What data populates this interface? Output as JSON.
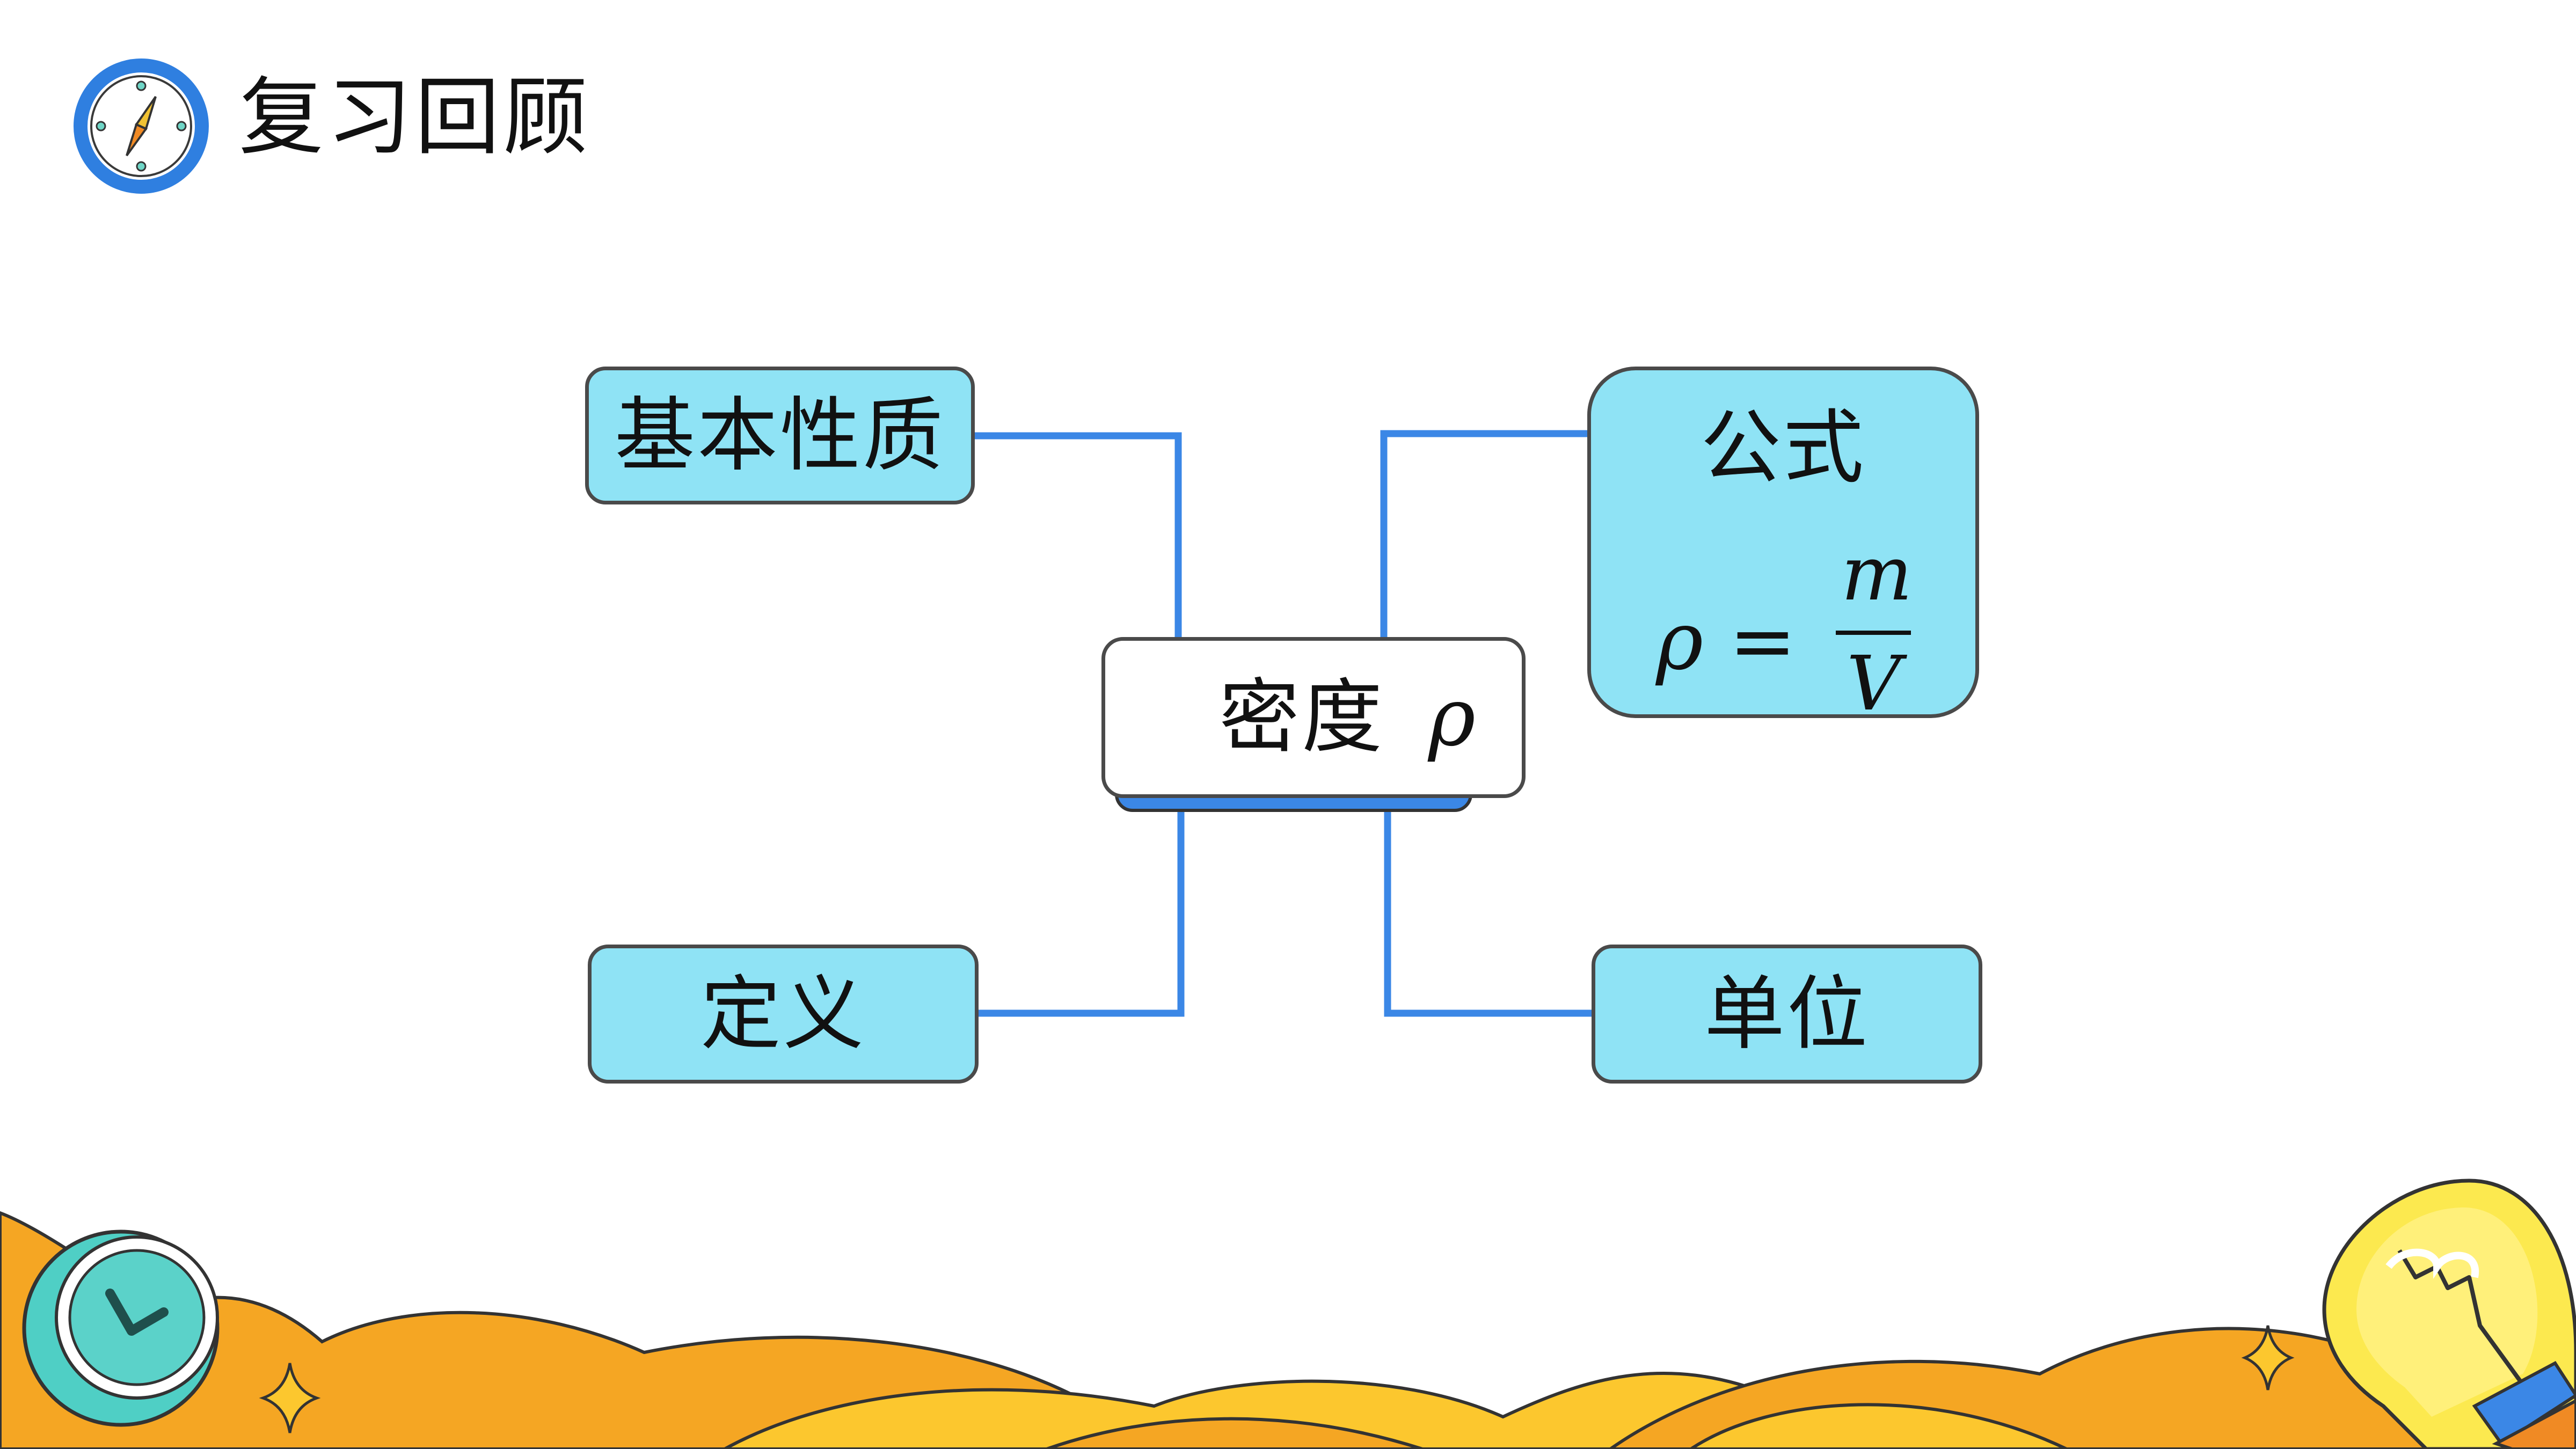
{
  "header": {
    "title": "复习回顾",
    "icon": "compass-icon"
  },
  "mindmap": {
    "center": {
      "label": "密度",
      "symbol": "ρ"
    },
    "nodes": {
      "basic_property": "基本性质",
      "definition": "定义",
      "formula": "公式",
      "unit": "单位"
    },
    "formula_expr": {
      "lhs": "ρ =",
      "numerator": "m",
      "denominator": "V"
    }
  },
  "colors": {
    "node_fill": "#8fe3f5",
    "connector": "#3b87e6",
    "border": "#4a4a4a",
    "footer_orange": "#f5a623",
    "footer_yellow": "#fcc72e"
  },
  "decorations": [
    "clock-icon",
    "lightbulb-icon",
    "sparkle-icon"
  ]
}
